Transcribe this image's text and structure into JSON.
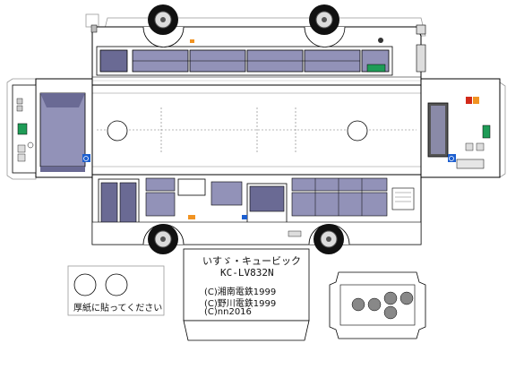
{
  "credits": {
    "title": "いすゞ・キュービック",
    "model": "KC-LV832N",
    "lines": [
      "(C)湘南電鉄1999",
      "(C)野川電鉄1999",
      "(C)nn2016"
    ]
  },
  "paste_note": "厚紙に貼ってください",
  "colors": {
    "window": "#9292b8",
    "window_dark": "#6a6a94",
    "outline": "#000000",
    "accent_green": "#1f9c57",
    "accent_blue": "#1d5fd0",
    "lamp_red": "#d22a1a",
    "lamp_orange": "#f19322",
    "gray": "#c8c8c8"
  },
  "icons": [
    "wheel-icon",
    "wheelchair-icon"
  ]
}
